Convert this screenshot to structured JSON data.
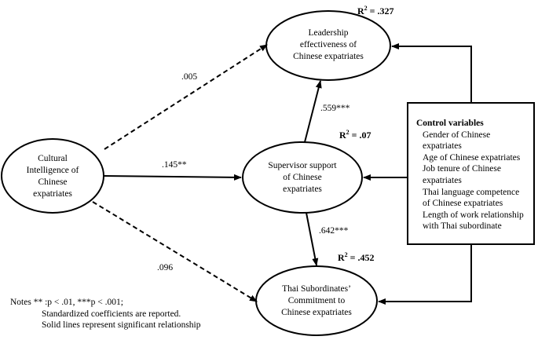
{
  "nodes": {
    "cultural_intelligence": [
      "Cultural",
      "Intelligence of",
      "Chinese",
      "expatriates"
    ],
    "leadership": [
      "Leadership",
      "effectiveness of",
      "Chinese expatriates"
    ],
    "supervisor_support": [
      "Supervisor support",
      "of Chinese",
      "expatriates"
    ],
    "commitment": [
      "Thai Subordinates’",
      "Commitment to",
      "Chinese expatriates"
    ]
  },
  "coefficients": {
    "ci_to_leadership": ".005",
    "ci_to_supervisor": ".145**",
    "ci_to_commitment": ".096",
    "supervisor_to_leadership": ".559***",
    "supervisor_to_commitment": ".642***"
  },
  "r_squared": {
    "leadership": {
      "label": "R",
      "sup": "2",
      "value": " = .327"
    },
    "supervisor": {
      "label": "R",
      "sup": "2",
      "value": " = .07"
    },
    "commitment": {
      "label": "R",
      "sup": "2",
      "value": " = .452"
    }
  },
  "control_variables": {
    "title": "Control variables",
    "items": [
      "Gender of Chinese",
      "expatriates",
      "Age of Chinese expatriates",
      "Job tenure of Chinese",
      "expatriates",
      "Thai language competence",
      "of Chinese expatriates",
      "Length of work relationship",
      "with Thai subordinate"
    ]
  },
  "notes": [
    "Notes ** :p < .01, ***p < .001;",
    "Standardized coefficients are reported.",
    "Solid lines represent significant relationship"
  ],
  "path_styles": {
    "significant": "solid",
    "non_significant": "dashed"
  }
}
